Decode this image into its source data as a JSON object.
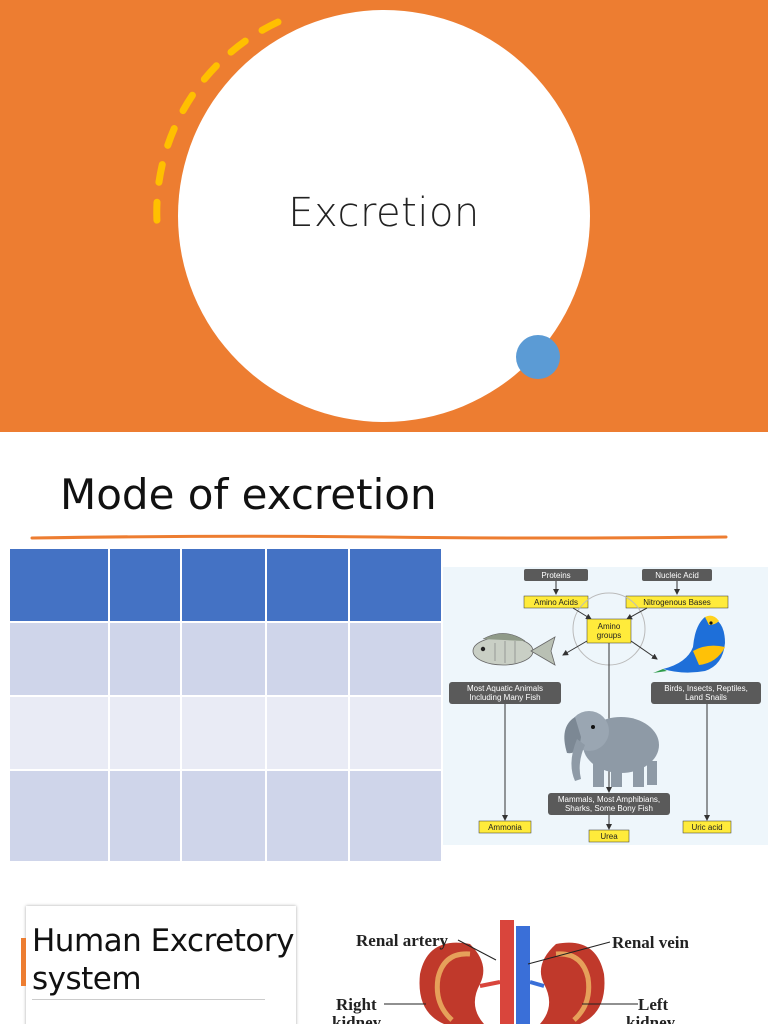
{
  "slide1": {
    "title": "Excretion",
    "colors": {
      "background": "#ED7D31",
      "accent_dashes": "#FFC000",
      "dot": "#5B9BD5"
    }
  },
  "slide2": {
    "title": "Mode of excretion",
    "table": {
      "columns": 5,
      "rows": 4,
      "header_color": "#4472C4",
      "band_colors": [
        "#CFD5EA",
        "#E9EBF5"
      ]
    },
    "diagram": {
      "proteins": "Proteins",
      "nucleic_acid": "Nucleic Acid",
      "amino_acids": "Amino Acids",
      "nitrogenous_bases": "Nitrogenous Bases",
      "amino_groups_1": "Amino",
      "amino_groups_2": "groups",
      "aquatic_1": "Most Aquatic Animals",
      "aquatic_2": "Including Many Fish",
      "birds_1": "Birds, Insects, Reptiles,",
      "birds_2": "Land Snails",
      "mammals_1": "Mammals, Most Amphibians,",
      "mammals_2": "Sharks, Some Bony Fish",
      "ammonia": "Ammonia",
      "urea": "Urea",
      "uric_acid": "Uric acid"
    }
  },
  "slide3": {
    "title_line1": "Human Excretory",
    "title_line2": "system",
    "labels": {
      "renal_artery": "Renal artery",
      "renal_vein": "Renal vein",
      "right_kidney_1": "Right",
      "right_kidney_2": "kidney",
      "left_kidney_1": "Left",
      "left_kidney_2": "kidney"
    }
  }
}
